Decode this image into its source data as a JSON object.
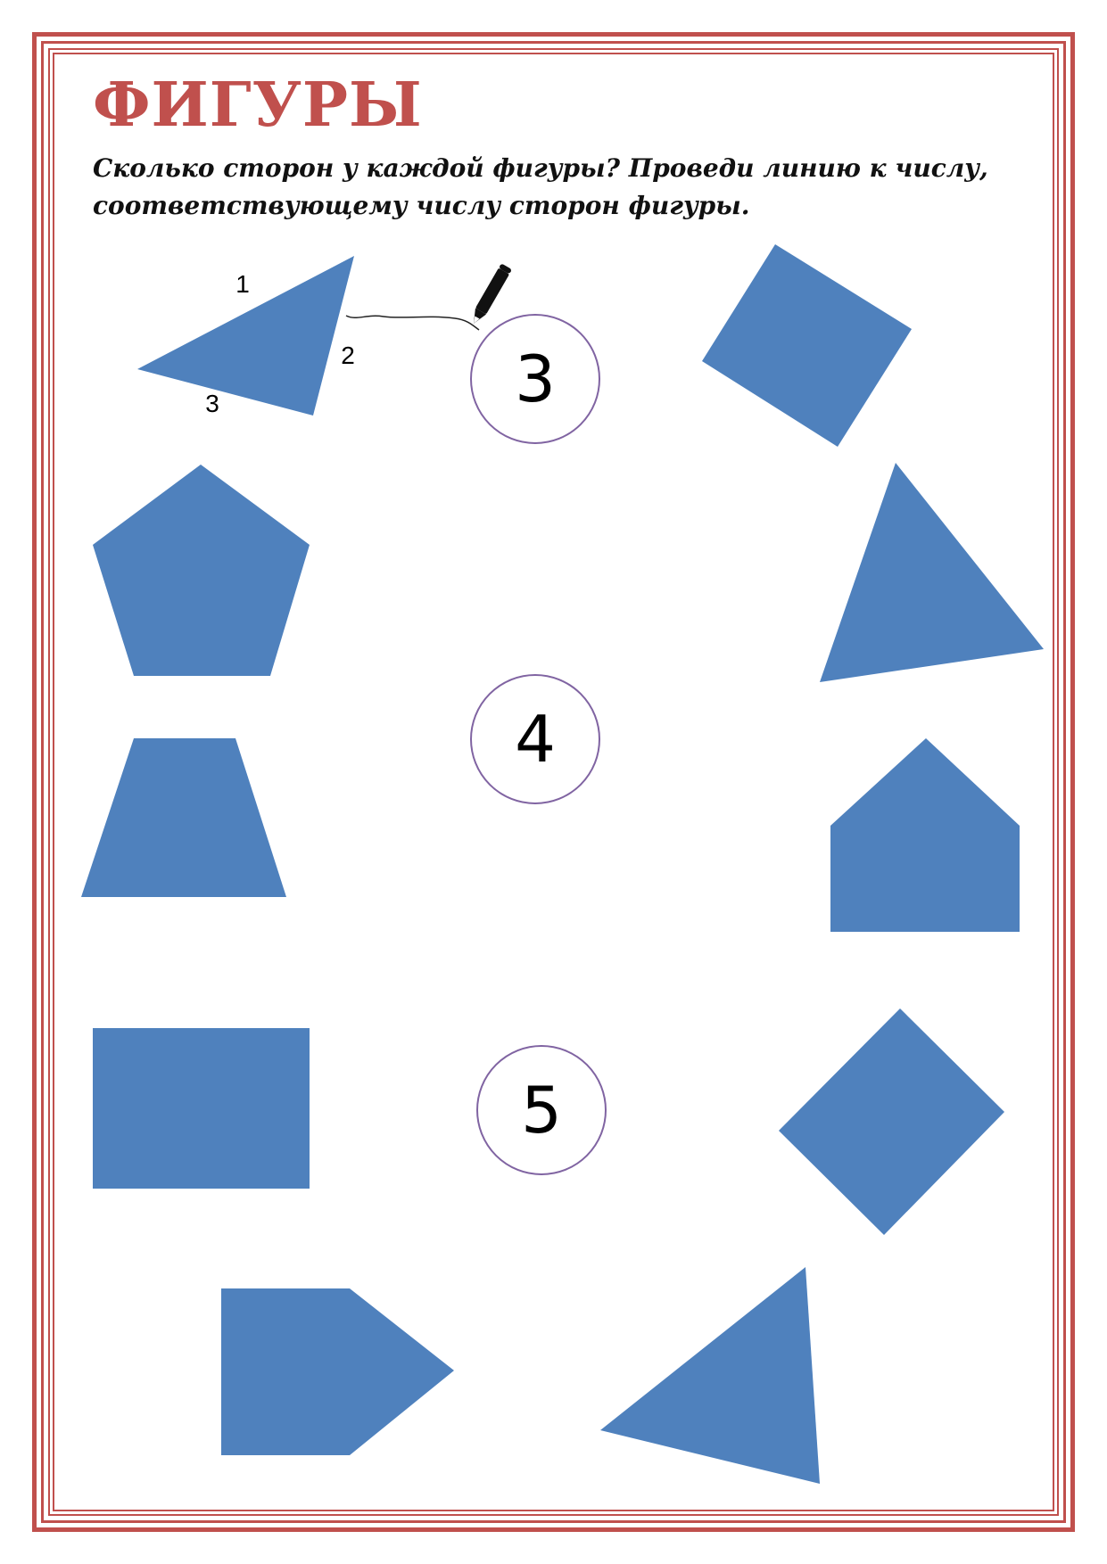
{
  "worksheet": {
    "title": "ФИГУРЫ",
    "instruction_line1": "Сколько сторон у каждой фигуры? Проведи линию к числу,",
    "instruction_line2": "соответствующему числу сторон фигуры."
  },
  "example": {
    "side_labels": [
      "1",
      "2",
      "3"
    ]
  },
  "targets": [
    {
      "number": "3"
    },
    {
      "number": "4"
    },
    {
      "number": "5"
    }
  ],
  "colors": {
    "accent": "#c0504d",
    "shape_fill": "#4f81bd",
    "circle_stroke": "#8064a2"
  },
  "icons": [
    "pencil-icon"
  ]
}
